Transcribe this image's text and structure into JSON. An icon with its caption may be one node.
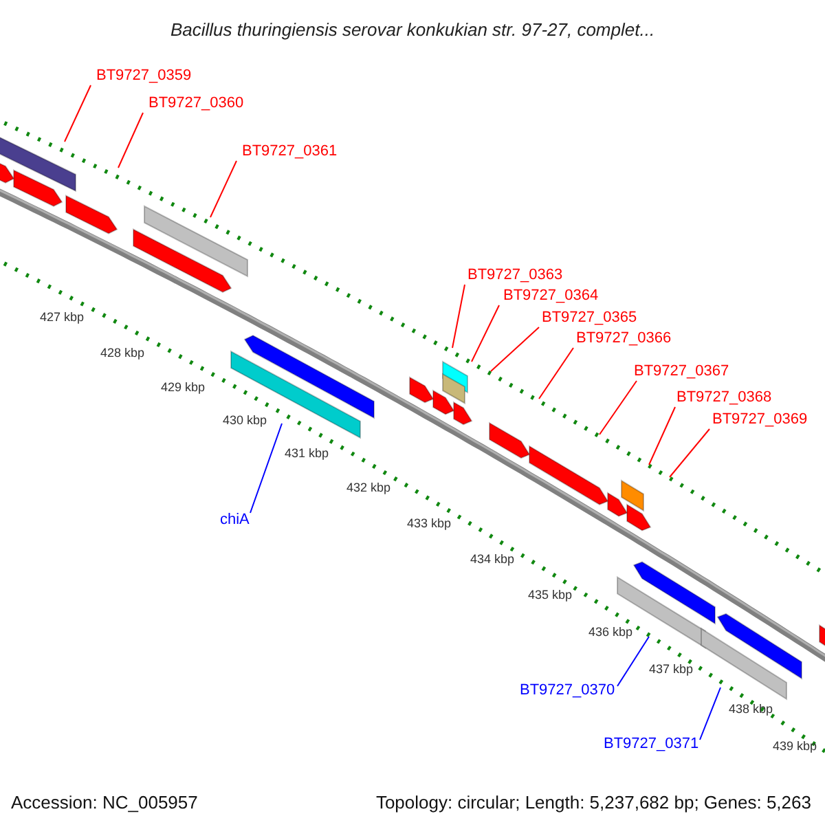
{
  "diagram": {
    "title": "Bacillus thuringiensis serovar konkukian str. 97-27, complet...",
    "nodes": [
      {
        "text": [
          "BT9727_0359"
        ]
      },
      {
        "text": [
          "BT9727_0360"
        ]
      },
      {
        "text": [
          "BT9727_0361"
        ]
      },
      {
        "text": [
          "BT9727_0363"
        ]
      },
      {
        "text": [
          "BT9727_0364"
        ]
      },
      {
        "text": [
          "BT9727_0365"
        ]
      },
      {
        "text": [
          "BT9727_0366"
        ]
      },
      {
        "text": [
          "BT9727_0367"
        ]
      },
      {
        "text": [
          "BT9727_0368"
        ]
      },
      {
        "text": [
          "BT9727_0369"
        ]
      },
      {
        "text": [
          "chiA"
        ]
      },
      {
        "text": [
          "BT9727_0370"
        ]
      },
      {
        "text": [
          "BT9727_0371"
        ]
      }
    ],
    "edges": [
      {
        "from": 0,
        "to": null,
        "arrow": "none"
      },
      {
        "from": 1,
        "to": null,
        "arrow": "none"
      },
      {
        "from": 2,
        "to": null,
        "arrow": "none"
      },
      {
        "from": 3,
        "to": null,
        "arrow": "none"
      },
      {
        "from": 4,
        "to": null,
        "arrow": "none"
      },
      {
        "from": 5,
        "to": null,
        "arrow": "none"
      },
      {
        "from": 6,
        "to": null,
        "arrow": "none"
      },
      {
        "from": 7,
        "to": null,
        "arrow": "none"
      },
      {
        "from": 8,
        "to": null,
        "arrow": "none"
      },
      {
        "from": 9,
        "to": null,
        "arrow": "none"
      },
      {
        "from": 10,
        "to": null,
        "arrow": "none",
        "color": "#0000ff"
      },
      {
        "from": 11,
        "to": null,
        "arrow": "none",
        "color": "#0000ff"
      },
      {
        "from": 12,
        "to": null,
        "arrow": "none",
        "color": "#0000ff"
      }
    ],
    "labels": [
      "427 kbp",
      "428 kbp",
      "429 kbp",
      "430 kbp",
      "431 kbp",
      "432 kbp",
      "433 kbp",
      "434 kbp",
      "435 kbp",
      "436 kbp",
      "437 kbp",
      "438 kbp",
      "439 kbp",
      "Accession: NC_005957",
      "Topology: circular; Length: 5,237,682 bp; Genes: 5,263"
    ]
  }
}
